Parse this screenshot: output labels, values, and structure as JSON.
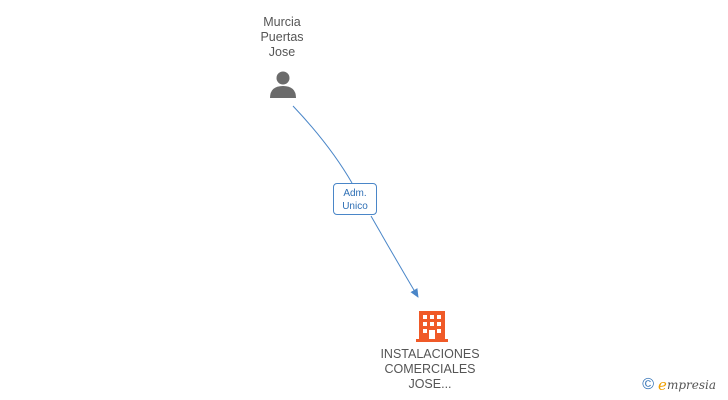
{
  "person": {
    "name_lines": [
      "Murcia",
      "Puertas",
      "Jose"
    ],
    "icon": "person-icon",
    "color": "#6b6b6b"
  },
  "company": {
    "name_lines": [
      "INSTALACIONES",
      "COMERCIALES",
      "JOSE..."
    ],
    "icon": "building-icon",
    "color": "#f05a28"
  },
  "relation": {
    "role_lines": [
      "Adm.",
      "Unico"
    ],
    "edge_color": "#4a86c8"
  },
  "watermark": {
    "copyright_symbol": "©",
    "brand_first_letter": "e",
    "brand_rest": "mpresia"
  }
}
